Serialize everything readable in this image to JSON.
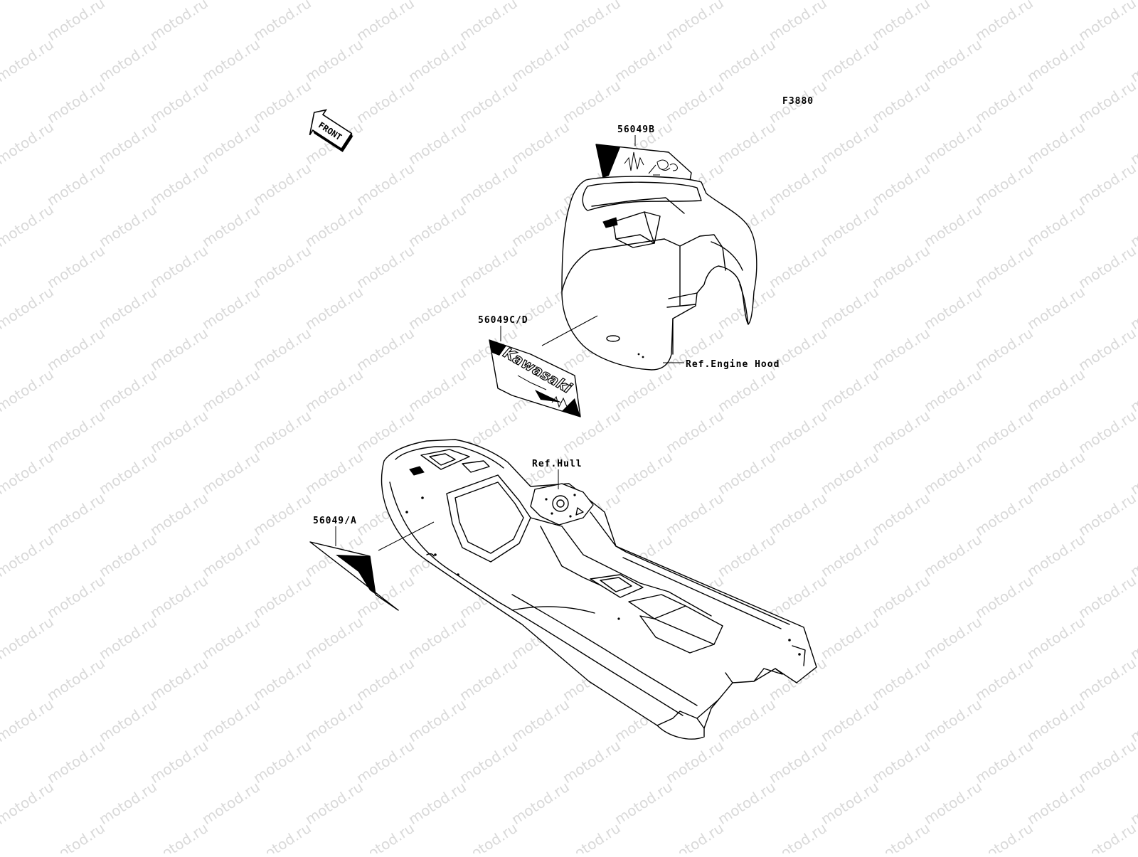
{
  "watermark": {
    "text": "motod.ru"
  },
  "figure": {
    "code": "F3880"
  },
  "front_arrow": {
    "text": "FRONT"
  },
  "callouts": {
    "decal_b": "56049B",
    "decal_cd": "56049C/D",
    "decal_a": "56049/A",
    "engine_hood": "Ref.Engine Hood",
    "hull": "Ref.Hull"
  },
  "decal_brand": {
    "text": "Kawasaki"
  }
}
